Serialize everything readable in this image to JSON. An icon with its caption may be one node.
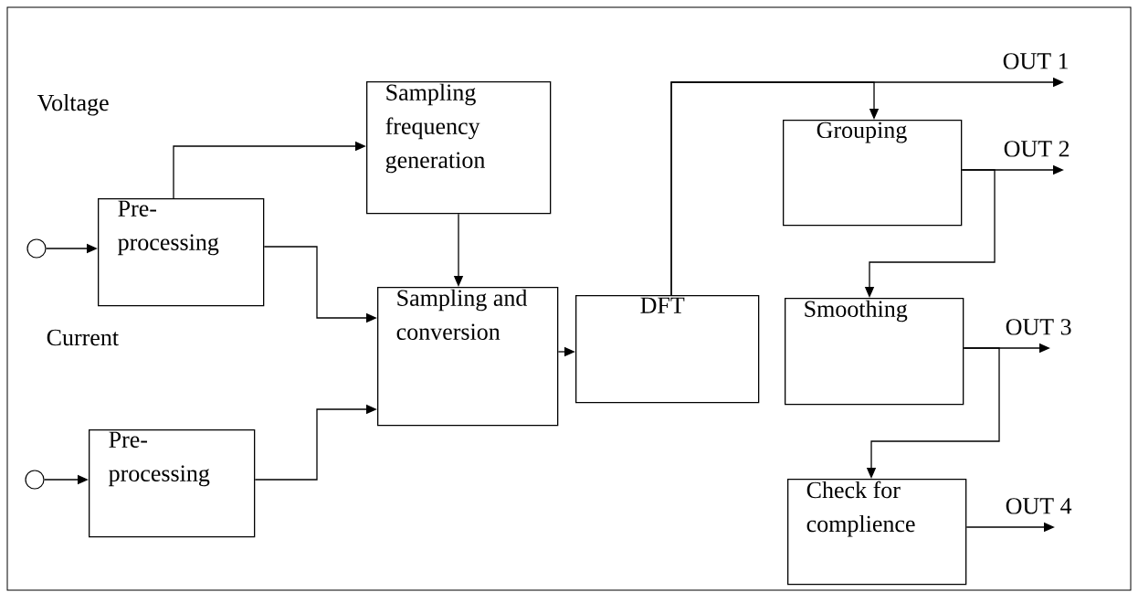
{
  "diagram": {
    "nodes": [
      {
        "text": [],
        "shape": "circle"
      },
      {
        "text": [],
        "shape": "circle"
      },
      {
        "text": [
          "Pre-processing"
        ]
      },
      {
        "text": [
          "Pre-processing"
        ]
      },
      {
        "text": [
          "Sampling frequency generation"
        ]
      },
      {
        "text": [
          "Sampling and conversion"
        ]
      },
      {
        "text": [
          "DFT"
        ]
      },
      {
        "text": [
          "Grouping"
        ]
      },
      {
        "text": [
          "Smoothing"
        ]
      },
      {
        "text": [
          "Check for complience"
        ]
      },
      {
        "text": [
          "OUT 1"
        ]
      },
      {
        "text": [
          "OUT 2"
        ]
      },
      {
        "text": [
          "OUT 3"
        ]
      },
      {
        "text": [
          "OUT 4"
        ]
      }
    ],
    "edges": [
      {
        "from": 0,
        "to": 2,
        "arrow": "to"
      },
      {
        "from": 1,
        "to": 3,
        "arrow": "to"
      },
      {
        "from": 2,
        "to": 4,
        "arrow": "to"
      },
      {
        "from": 2,
        "to": 5,
        "arrow": "to"
      },
      {
        "from": 3,
        "to": 5,
        "arrow": "to"
      },
      {
        "from": 4,
        "to": 5,
        "arrow": "to"
      },
      {
        "from": 5,
        "to": 6,
        "arrow": "to"
      },
      {
        "from": 6,
        "to": 10,
        "arrow": "to"
      },
      {
        "from": 6,
        "to": 7,
        "arrow": "to"
      },
      {
        "from": 7,
        "to": 11,
        "arrow": "to"
      },
      {
        "from": 7,
        "to": 8,
        "arrow": "to"
      },
      {
        "from": 8,
        "to": 12,
        "arrow": "to"
      },
      {
        "from": 8,
        "to": 9,
        "arrow": "to"
      },
      {
        "from": 9,
        "to": 13,
        "arrow": "to"
      }
    ],
    "labels": [
      "Voltage",
      "Current"
    ]
  }
}
